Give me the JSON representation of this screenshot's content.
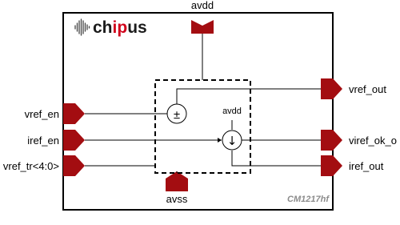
{
  "logo": {
    "part1": "ch",
    "part2": "ip",
    "part3": "us",
    "dark_color": "#1b1b1b",
    "accent_color": "#d0021b"
  },
  "part_number": "CM1217hf",
  "pins": {
    "supply_top": "avdd",
    "supply_bottom": "avss",
    "inputs": [
      "vref_en",
      "iref_en",
      "vref_tr<4:0>"
    ],
    "outputs": [
      "vref_out",
      "viref_ok_o",
      "iref_out"
    ],
    "internal_supply": "avdd"
  },
  "symbols": {
    "voltage_source": "±",
    "current_source": "↓"
  },
  "colors": {
    "pin_fill": "#a30d11",
    "line": "#000000",
    "part_label": "#8c8c8c"
  }
}
